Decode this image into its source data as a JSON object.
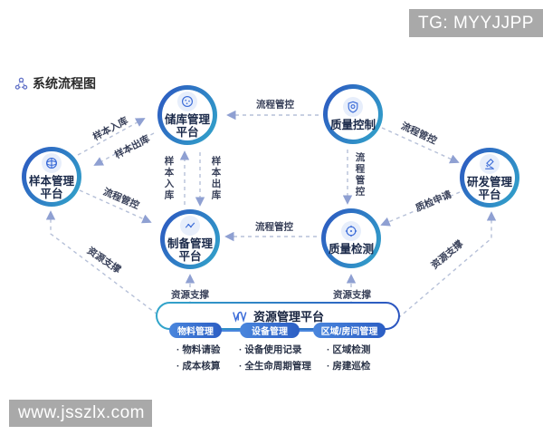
{
  "watermark_top": "TG: MYYJJPP",
  "watermark_bottom": "www.jsszlx.com",
  "title": "系统流程图",
  "nodes": {
    "storage": {
      "line1": "储库管理",
      "line2": "平台",
      "icon": "petri-dish"
    },
    "quality_control": {
      "line1": "质量控制",
      "icon": "shield"
    },
    "sample": {
      "line1": "样本管理",
      "line2": "平台",
      "icon": "globe"
    },
    "rnd": {
      "line1": "研发管理",
      "line2": "平台",
      "icon": "microscope"
    },
    "preparation": {
      "line1": "制备管理",
      "line2": "平台",
      "icon": "line-chart"
    },
    "quality_inspection": {
      "line1": "质量检测",
      "icon": "target"
    }
  },
  "edges": {
    "qc_storage": "流程管控",
    "sample_storage_in": "样本入库",
    "storage_sample_out": "样本出库",
    "sample_prep": "流程管控",
    "storage_prep_in_v": "样本入库",
    "storage_prep_out_v": "样本出库",
    "qc_rnd": "流程管控",
    "qc_qi_v": "流程管控",
    "rnd_qi": "质检申请",
    "qi_prep": "流程管控",
    "res_sample": "资源支撑",
    "res_prep": "资源支撑",
    "res_qi": "资源支撑",
    "res_rnd": "资源支撑"
  },
  "resource": {
    "title": "资源管理平台",
    "icon": "wave",
    "groups": [
      {
        "label": "物料管理",
        "items": [
          "物料请验",
          "成本核算"
        ]
      },
      {
        "label": "设备管理",
        "items": [
          "设备使用记录",
          "全生命周期管理"
        ]
      },
      {
        "label": "区域/房间管理",
        "items": [
          "区域检测",
          "房建巡检"
        ]
      }
    ]
  },
  "colors": {
    "ring_blue": "#2c55c0",
    "ring_teal": "#32a6ca",
    "arrow": "#8fa0d2",
    "dash": "#b6c0d8",
    "node_text": "#1b2a4a",
    "edge_text": "#39415a",
    "pill_blue_1": "#4a86dd",
    "pill_blue_2": "#2b5ec4",
    "watermark_bg": "#a9a9a9"
  }
}
